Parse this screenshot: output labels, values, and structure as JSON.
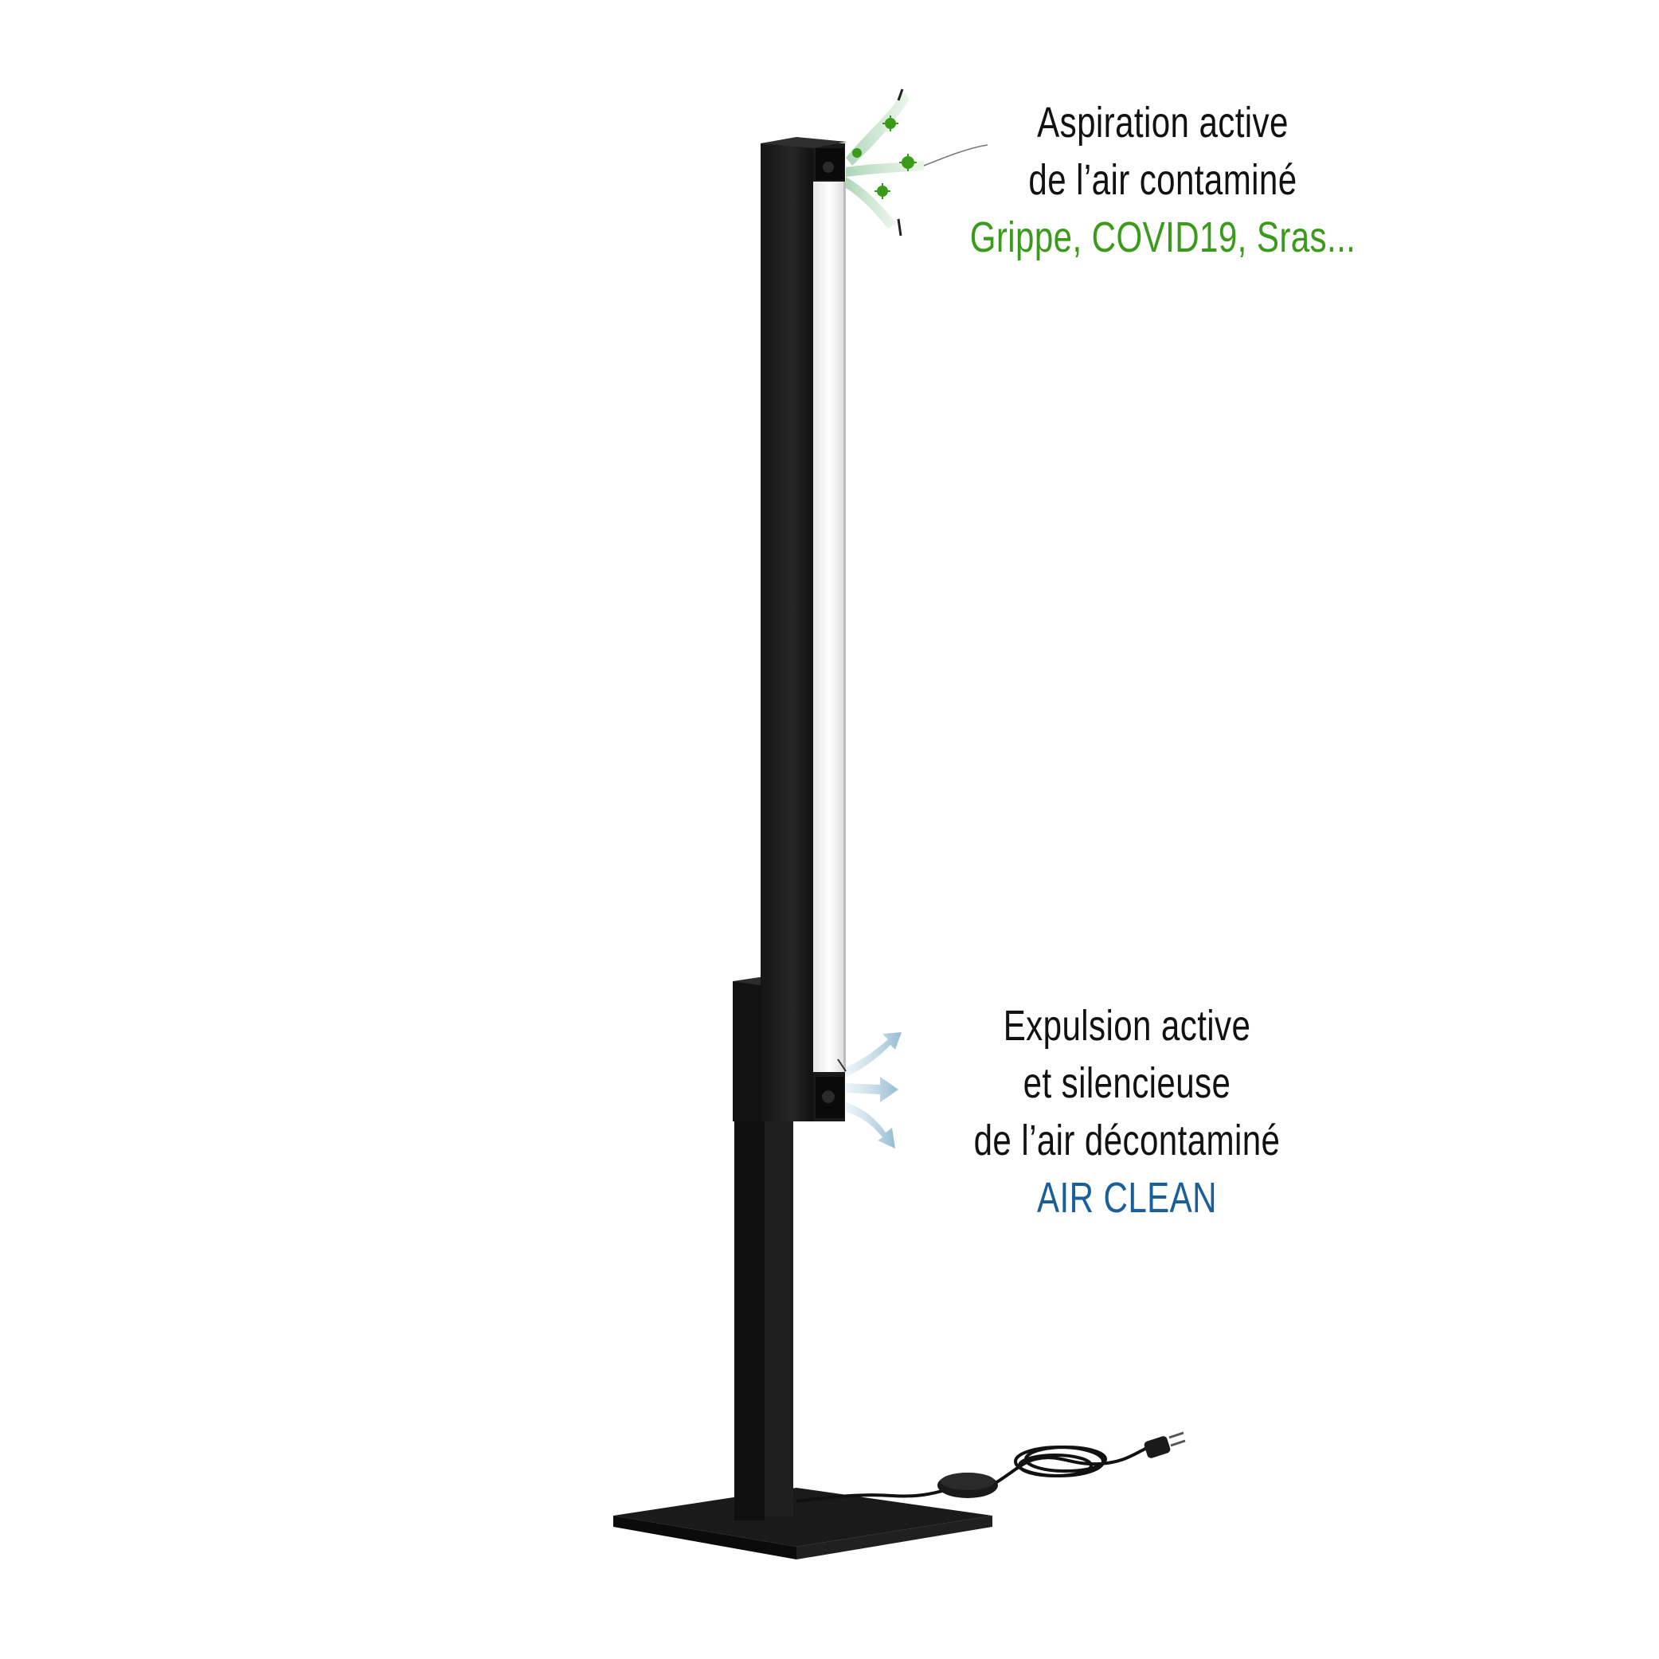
{
  "top_callout": {
    "line1": "Aspiration active",
    "line2": "de l’air contaminé",
    "highlight": "Grippe, COVID19, Sras..."
  },
  "bottom_callout": {
    "line1": "Expulsion active",
    "line2": "et silencieuse",
    "line3": "de l’air décontaminé",
    "highlight": "AIR CLEAN"
  },
  "colors": {
    "text": "#111111",
    "virus_green": "#3a9a1a",
    "clean_blue": "#1a5f9a",
    "lamp_body": "#1c1c1c",
    "lamp_light": "#f4f4f4"
  },
  "icons": [
    "virus-particle-icon",
    "contaminated-air-arrow-icon",
    "clean-air-arrow-icon",
    "foot-switch-icon",
    "power-plug-icon"
  ]
}
